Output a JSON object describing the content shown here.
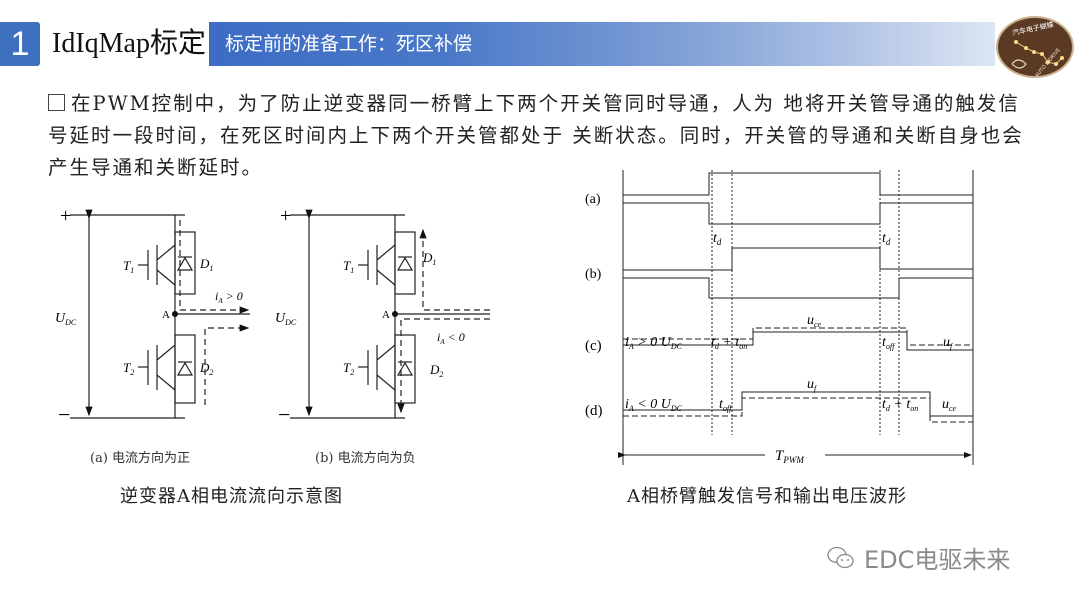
{
  "header": {
    "section_number": "1",
    "title": "IdIqMap标定",
    "subtitle": "标定前的准备工作：死区补偿",
    "logo": {
      "icon": "constellation-logo-icon",
      "text": "汽车电子蝴蝶",
      "subtext": "AUTO E-DRIVE",
      "bg_color": "#5b3a24"
    },
    "accent_color": "#3f6fbf"
  },
  "body": {
    "bullet_icon": "hollow-square-icon",
    "paragraph": "在PWM控制中，为了防止逆变器同一桥臂上下两个开关管同时导通，人为 地将开关管导通的触发信号延时一段时间，在死区时间内上下两个开关管都处于 关断状态。同时，开关管的导通和关断自身也会产生导通和关断延时。"
  },
  "figure_left": {
    "caption": "逆变器A相电流流向示意图",
    "sub_a": {
      "caption": "(a) 电流方向为正",
      "labels": {
        "plus": "+",
        "minus": "−",
        "udc": "U",
        "udc_sub": "DC",
        "t1": "T",
        "t1_sub": "1",
        "d1": "D",
        "d1_sub": "1",
        "t2": "T",
        "t2_sub": "2",
        "d2": "D",
        "d2_sub": "2",
        "node": "A",
        "current": "i",
        "current_sub": "A",
        "current_cond": " > 0"
      }
    },
    "sub_b": {
      "caption": "(b) 电流方向为负",
      "labels": {
        "plus": "+",
        "minus": "−",
        "udc": "U",
        "udc_sub": "DC",
        "t1": "T",
        "t1_sub": "1",
        "d1": "D",
        "d1_sub": "1",
        "t2": "T",
        "t2_sub": "2",
        "d2": "D",
        "d2_sub": "2",
        "node": "A",
        "current": "i",
        "current_sub": "A",
        "current_cond": " < 0"
      }
    }
  },
  "figure_right": {
    "caption": "A相桥臂触发信号和输出电压波形",
    "rows": [
      {
        "label": "(a)"
      },
      {
        "label": "(b)"
      },
      {
        "label": "(c)",
        "condition": "i",
        "condition_sub": "A",
        "condition_rest": " > 0"
      },
      {
        "label": "(d)",
        "condition": "i",
        "condition_sub": "A",
        "condition_rest": " < 0"
      }
    ],
    "annotations": {
      "td": "t",
      "td_sub": "d",
      "udc": "U",
      "udc_sub": "DC",
      "uce": "u",
      "uce_sub": "ce",
      "uf": "u",
      "uf_sub": "f",
      "toff": "t",
      "toff_sub": "off",
      "td_ton": "t",
      "td_ton_sub1": "d",
      "td_ton_plus": " + t",
      "td_ton_sub2": "on",
      "tpwm": "T",
      "tpwm_sub": "PWM"
    }
  },
  "watermark": {
    "icon": "wechat-icon",
    "text": "EDC电驱未来"
  }
}
